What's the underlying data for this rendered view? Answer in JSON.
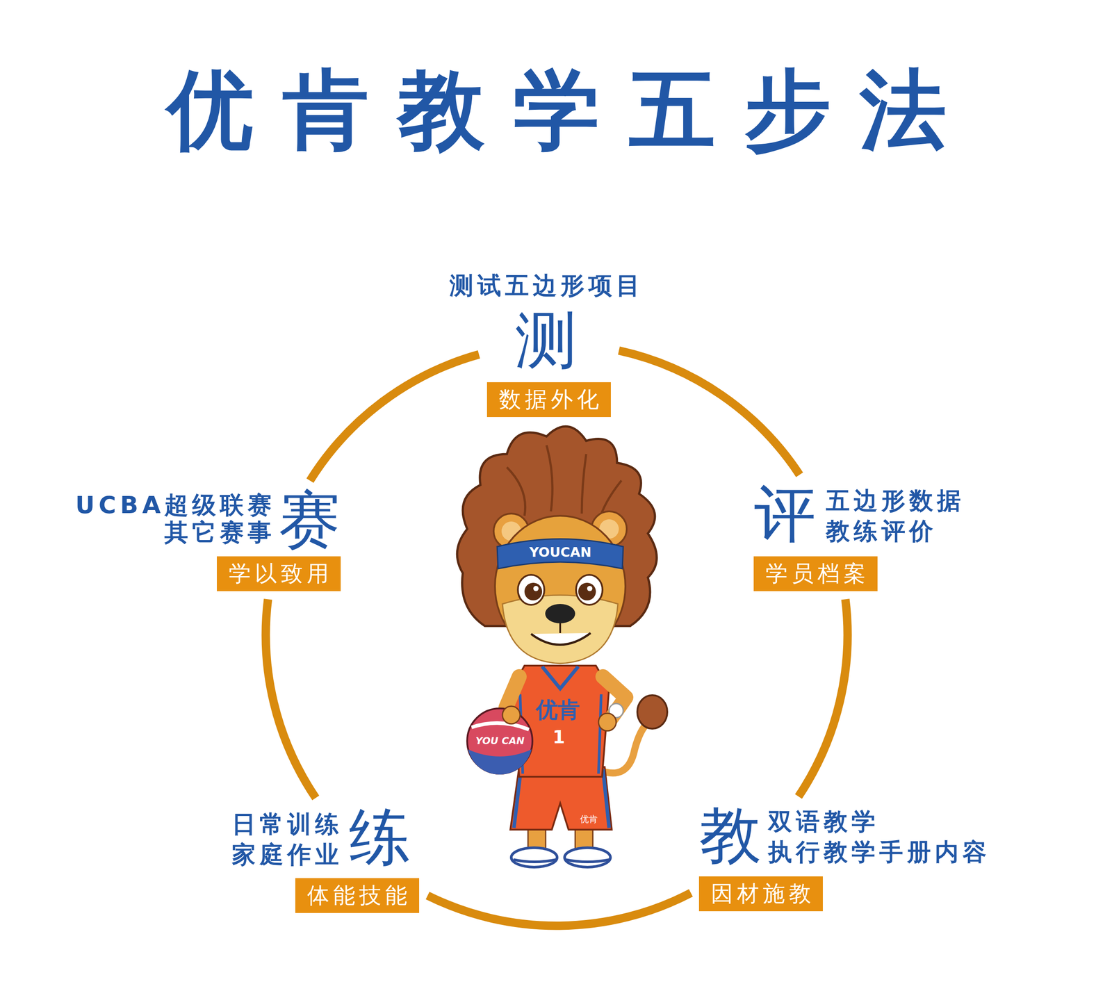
{
  "diagram": {
    "title": "优肯教学五步法",
    "nodes": [
      {
        "text": [
          "测",
          "测试五边形项目",
          "数据外化"
        ]
      },
      {
        "text": [
          "评",
          "五边形数据",
          "教练评价",
          "学员档案"
        ]
      },
      {
        "text": [
          "教",
          "双语教学",
          "执行教学手册内容",
          "因材施教"
        ]
      },
      {
        "text": [
          "练",
          "日常训练",
          "家庭作业",
          "体能技能"
        ]
      },
      {
        "text": [
          "赛",
          "UCBA超级联赛",
          "其它赛事",
          "学以致用"
        ]
      }
    ],
    "edges": [
      {
        "from": 0,
        "to": 1,
        "arrow": "none"
      },
      {
        "from": 1,
        "to": 2,
        "arrow": "none"
      },
      {
        "from": 2,
        "to": 3,
        "arrow": "none"
      },
      {
        "from": 3,
        "to": 4,
        "arrow": "none"
      },
      {
        "from": 4,
        "to": 0,
        "arrow": "none"
      }
    ],
    "labels": [
      "YOUCAN",
      "优肯",
      "1",
      "YOU CAN",
      "优肯"
    ]
  }
}
